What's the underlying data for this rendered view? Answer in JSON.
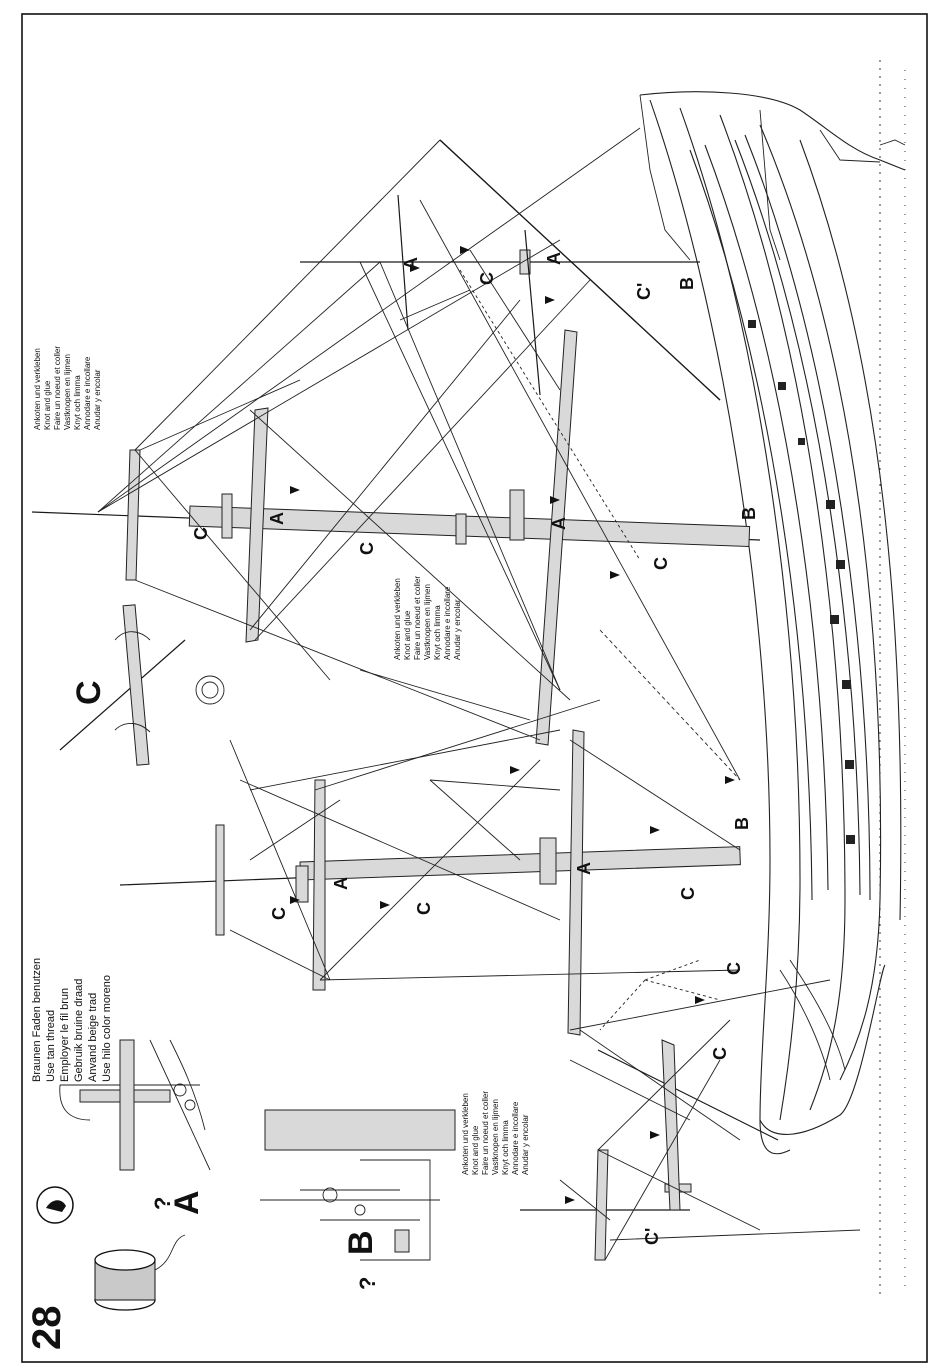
{
  "step": {
    "number": "28"
  },
  "notes": {
    "thread": [
      "Braunen Faden benutzen",
      "Use tan thread",
      "Employer le fil brun",
      "Gebruik bruine draad",
      "Anvand beige trad",
      "Use hilo color moreno"
    ],
    "knot_glue": [
      "Ankoten und verkleben",
      "Knot and glue",
      "Faire un noeud et coller",
      "Vastknopen en lijmen",
      "Knyt och limma",
      "Annodare e incollare",
      "Anudar y encolar"
    ]
  },
  "details": {
    "A": "A",
    "B": "B",
    "C": "C",
    "C_prime": "C'",
    "question": "?"
  },
  "colors": {
    "ink": "#1a1a1a",
    "spar_fill": "#d9d9d9",
    "paper": "#ffffff"
  },
  "icons": [
    "glue-tube-icon",
    "thread-spool-icon",
    "question-icon"
  ]
}
